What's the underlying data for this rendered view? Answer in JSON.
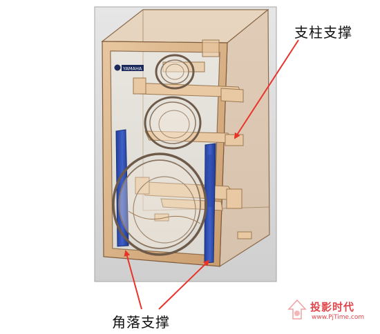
{
  "labels": {
    "pillar_support": "支柱支撑",
    "corner_support": "角落支撑"
  },
  "logo": {
    "brand": "YAMAHA"
  },
  "watermark": {
    "title": "投影时代",
    "url": "www.PjTime.com"
  },
  "colors": {
    "cabinet_wood": "#d9b48a",
    "brace_blue": "#2f4fb5",
    "arrow_red": "#e8332a",
    "watermark_red": "#e0454a"
  }
}
